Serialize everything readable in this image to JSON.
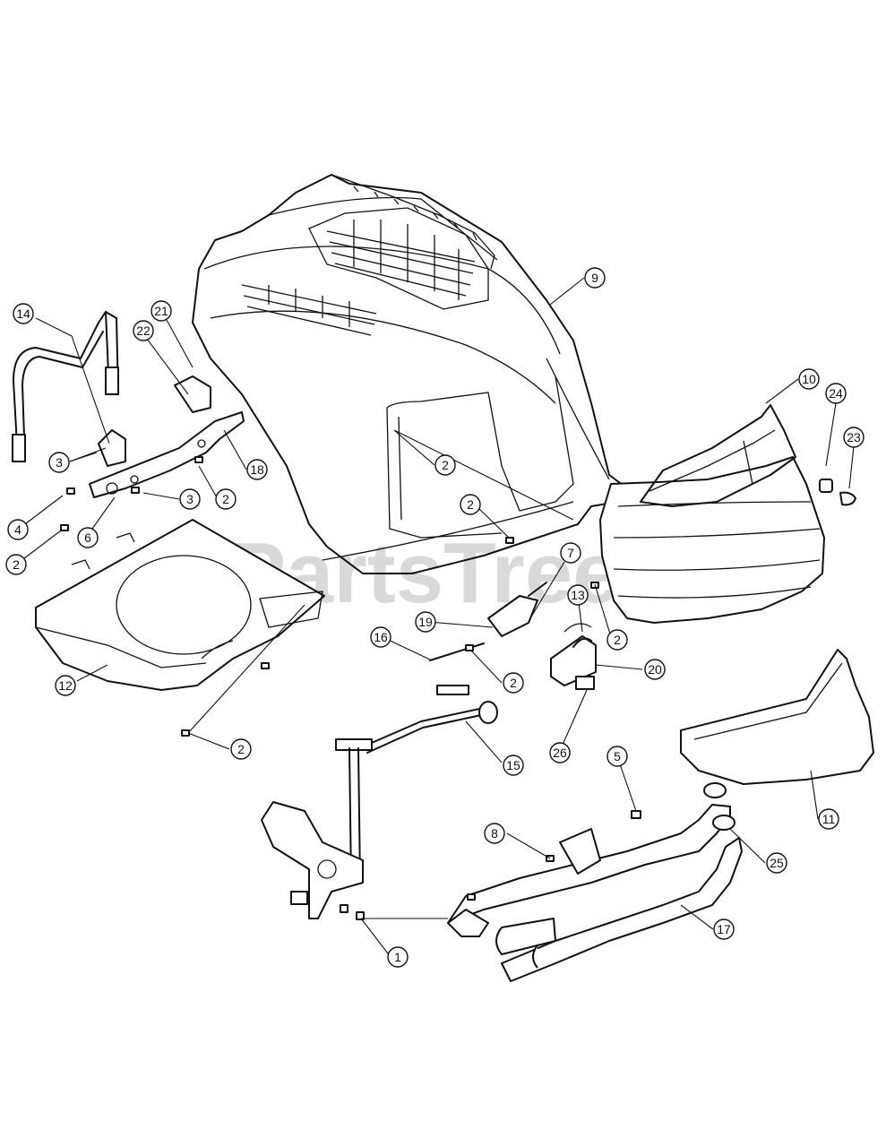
{
  "watermark": {
    "text": "PartsTree",
    "mark": "TM"
  },
  "callouts": [
    {
      "id": "c9",
      "label": "9"
    },
    {
      "id": "c10",
      "label": "10"
    },
    {
      "id": "c14",
      "label": "14"
    },
    {
      "id": "c21",
      "label": "21"
    },
    {
      "id": "c22",
      "label": "22"
    },
    {
      "id": "c24",
      "label": "24"
    },
    {
      "id": "c23",
      "label": "23"
    },
    {
      "id": "c3a",
      "label": "3"
    },
    {
      "id": "c2a",
      "label": "2"
    },
    {
      "id": "c18",
      "label": "18"
    },
    {
      "id": "c2b",
      "label": "2"
    },
    {
      "id": "c3b",
      "label": "3"
    },
    {
      "id": "c4",
      "label": "4"
    },
    {
      "id": "c6",
      "label": "6"
    },
    {
      "id": "c2c",
      "label": "2"
    },
    {
      "id": "c2d",
      "label": "2"
    },
    {
      "id": "c7",
      "label": "7"
    },
    {
      "id": "c13",
      "label": "13"
    },
    {
      "id": "c19",
      "label": "19"
    },
    {
      "id": "c2e",
      "label": "2"
    },
    {
      "id": "c16",
      "label": "16"
    },
    {
      "id": "c2f",
      "label": "2"
    },
    {
      "id": "c20",
      "label": "20"
    },
    {
      "id": "c12",
      "label": "12"
    },
    {
      "id": "c2g",
      "label": "2"
    },
    {
      "id": "c26",
      "label": "26"
    },
    {
      "id": "c15",
      "label": "15"
    },
    {
      "id": "c5",
      "label": "5"
    },
    {
      "id": "c11",
      "label": "11"
    },
    {
      "id": "c8",
      "label": "8"
    },
    {
      "id": "c25",
      "label": "25"
    },
    {
      "id": "c17",
      "label": "17"
    },
    {
      "id": "c1",
      "label": "1"
    }
  ]
}
